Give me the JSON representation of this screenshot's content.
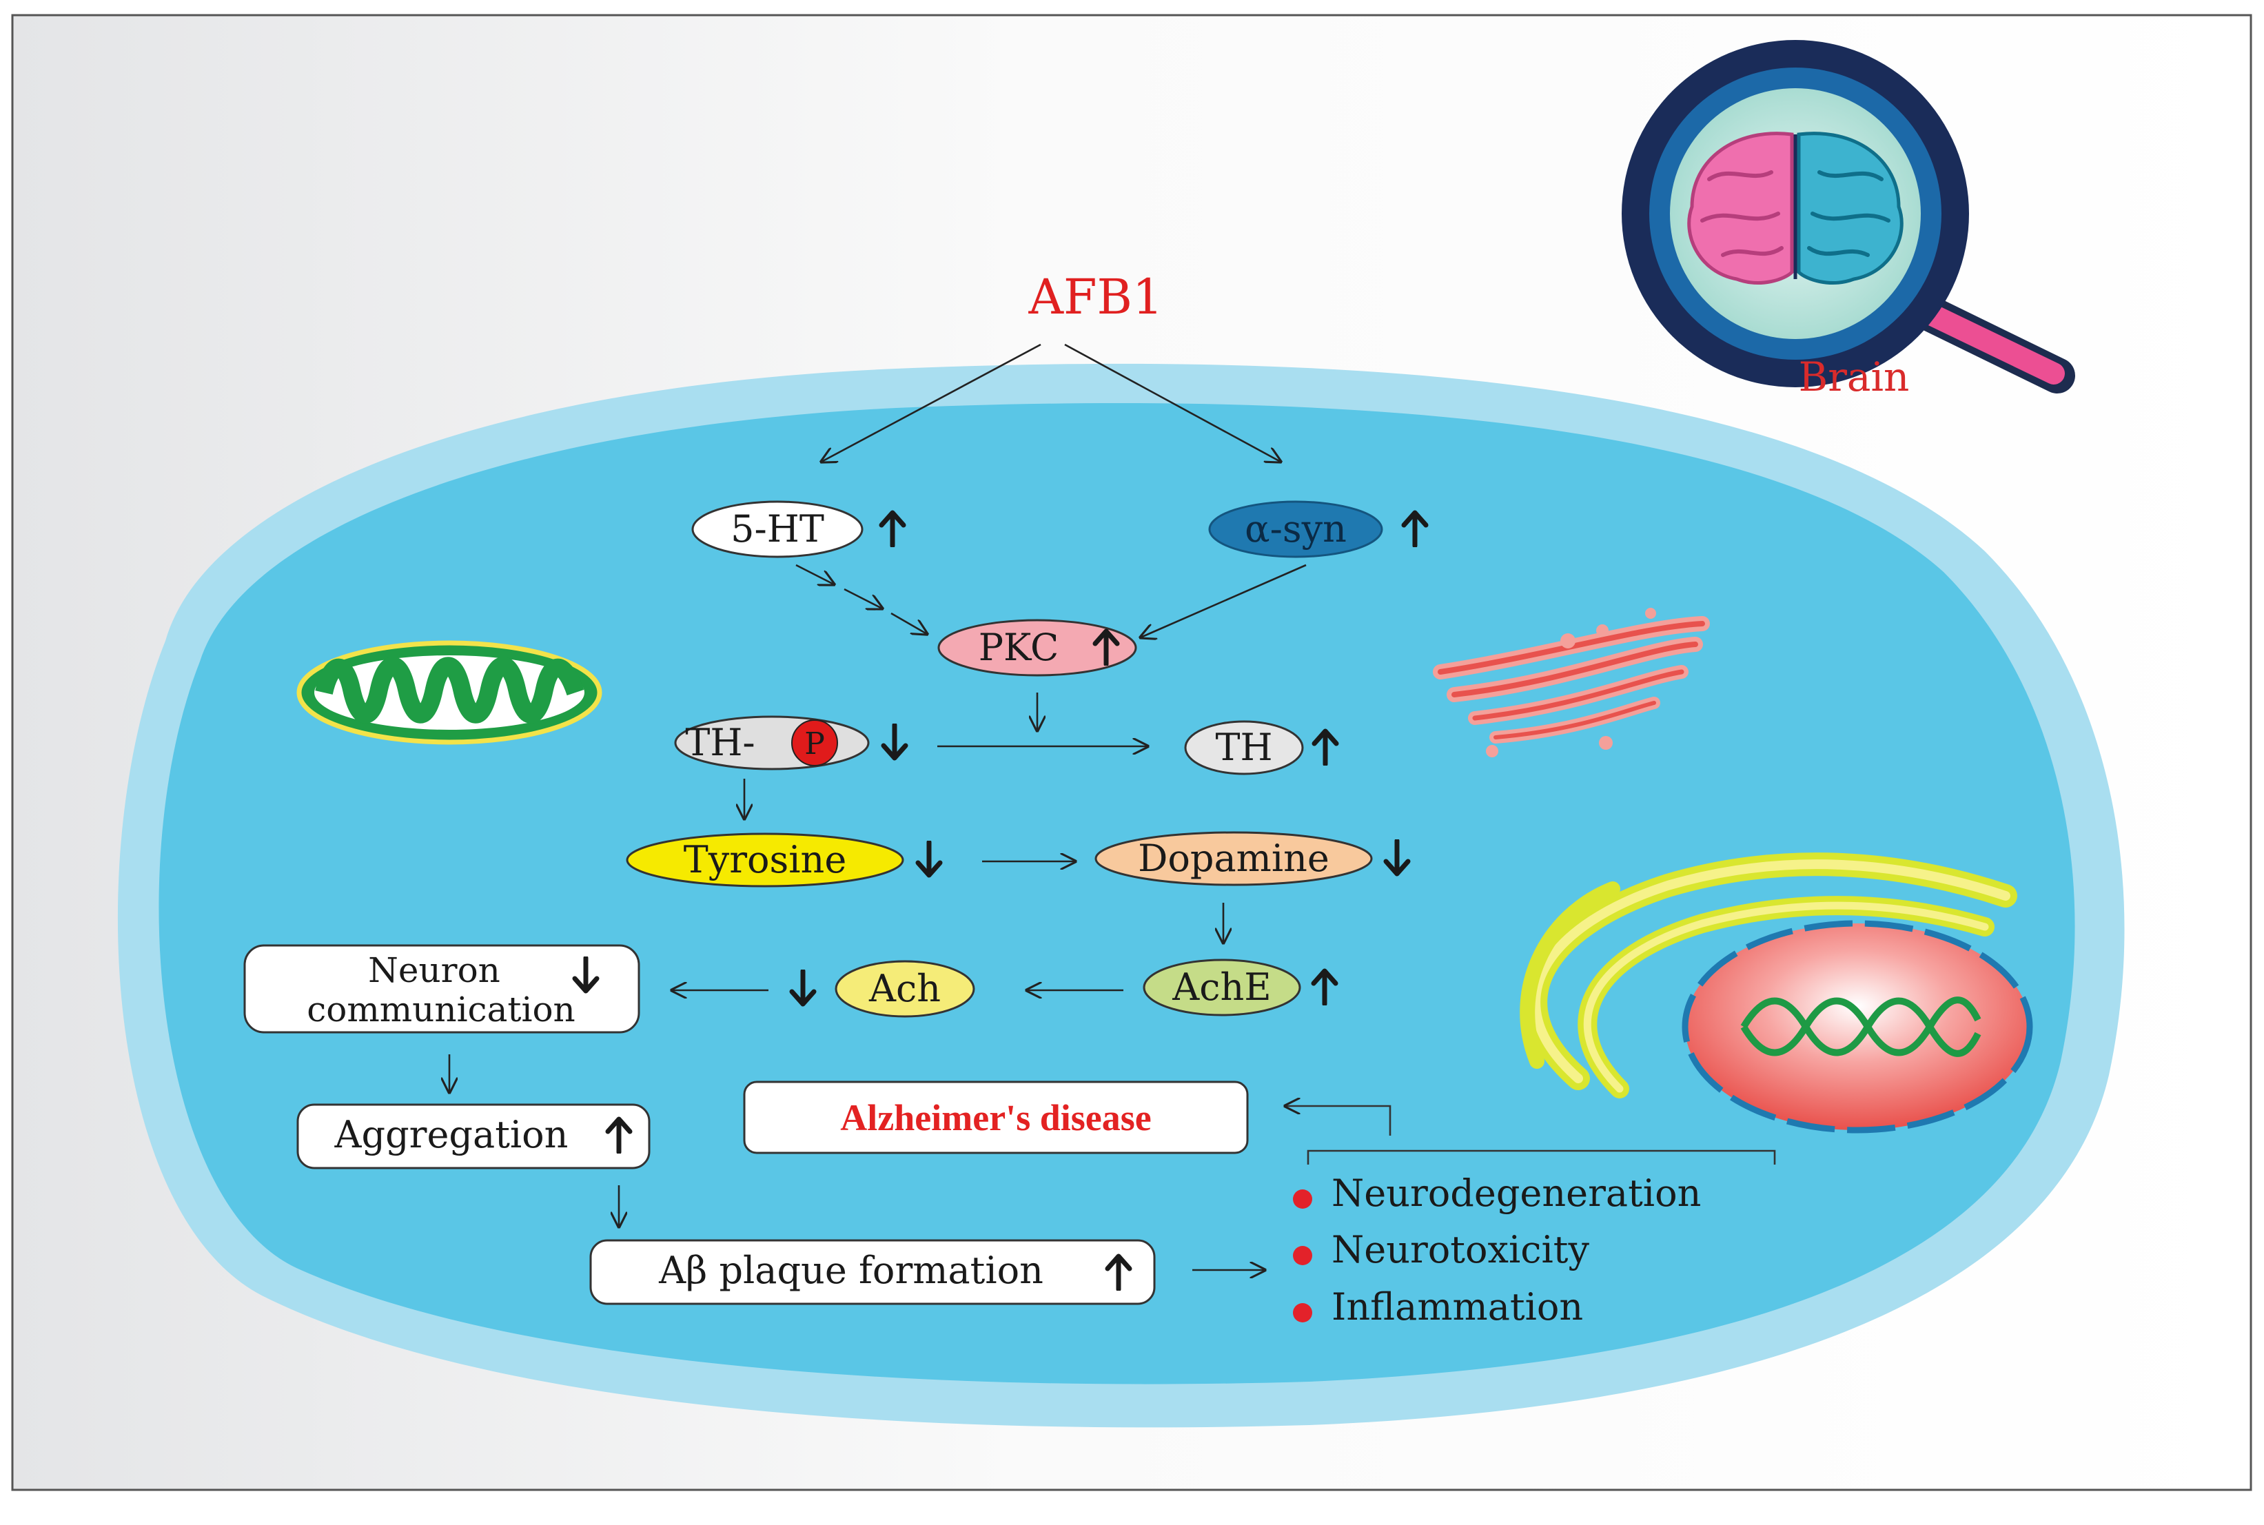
{
  "diagram": {
    "source": "AFB1",
    "brain_label": "Brain",
    "nodes": {
      "ht": "5-HT",
      "asyn": "α-syn",
      "pkc": "PKC",
      "thp": "TH-",
      "phospho": "P",
      "th": "TH",
      "tyrosine": "Tyrosine",
      "dopamine": "Dopamine",
      "ach": "Ach",
      "ache": "AchE",
      "neuron_line1": "Neuron",
      "neuron_line2": "communication",
      "aggregation": "Aggregation",
      "abeta": "Aβ plaque formation",
      "alzheimers": "Alzheimer's disease"
    },
    "outcomes": [
      "Neurodegeneration",
      "Neurotoxicity",
      "Inflammation"
    ],
    "indicators": {
      "ht": "up",
      "asyn": "up",
      "pkc": "up",
      "thp": "down",
      "th": "up",
      "tyrosine": "down",
      "dopamine": "down",
      "ach": "down",
      "ache": "up",
      "neuron": "down",
      "aggregation": "up",
      "abeta": "up"
    },
    "colors": {
      "cell_fill": "#5ac6e6",
      "cell_rim": "#aadfef",
      "title_red": "#e02020",
      "pkc": "#f4a9b2",
      "asyn": "#1f79b0",
      "tyrosine": "#f6ea00",
      "dopamine": "#f8c99d",
      "ach": "#f5ec78",
      "ache": "#c5dc88",
      "thp": "#dfdfdf",
      "phospho": "#e01b1b",
      "bullet": "#e3222a"
    }
  }
}
